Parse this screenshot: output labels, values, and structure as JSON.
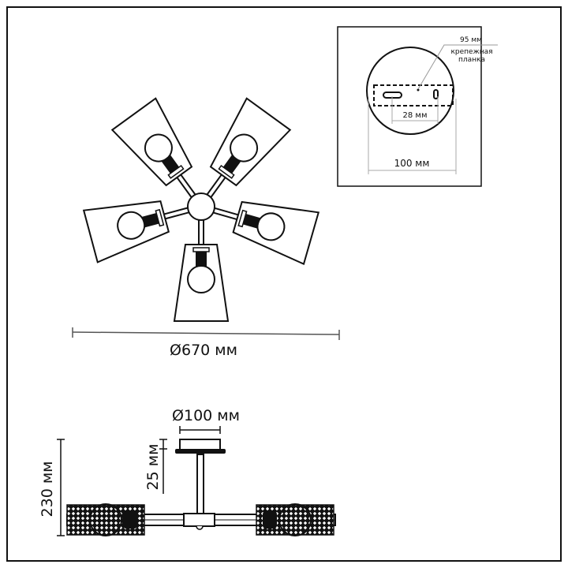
{
  "top_view": {
    "diameter_label": "Ø670 мм",
    "arm_count": 5
  },
  "mounting_detail": {
    "plate_label": "95 мм",
    "plate_name_line1": "крепежная",
    "plate_name_line2": "планка",
    "hole_spacing_label": "28 мм",
    "canopy_diameter_label": "100 мм"
  },
  "side_view": {
    "canopy_label": "Ø100 мм",
    "canopy_height_label": "25 мм",
    "total_height_label": "230 мм"
  },
  "colors": {
    "line": "#111111",
    "dimension": "#999999",
    "background": "#ffffff"
  }
}
